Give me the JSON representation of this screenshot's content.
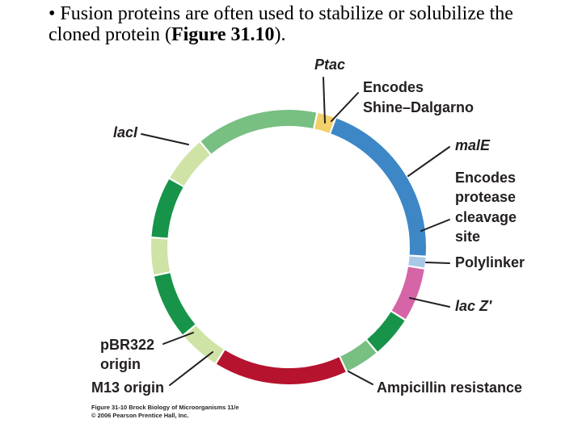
{
  "slide": {
    "bullet": "•",
    "text_before": "Fusion proteins are often used to stabilize or solubilize the cloned protein (",
    "text_bold": "Figure 31.10",
    "text_after": ")."
  },
  "plasmid": {
    "segments": [
      {
        "id": "ptac",
        "color": "#f2d06b"
      },
      {
        "id": "malE",
        "color": "#3d87c6"
      },
      {
        "id": "protease-site",
        "color": "#a9c8e6"
      },
      {
        "id": "polylinker",
        "color": "#d565a6"
      },
      {
        "id": "lacZ",
        "color": "#17944a"
      },
      {
        "id": "spacer-1",
        "color": "#78bf82"
      },
      {
        "id": "ampicillin",
        "color": "#b5132e"
      },
      {
        "id": "m13",
        "color": "#cfe3a6"
      },
      {
        "id": "pbr322",
        "color": "#17944a"
      },
      {
        "id": "spacer-2",
        "color": "#cfe3a6"
      },
      {
        "id": "green-dark-2",
        "color": "#17944a"
      },
      {
        "id": "spacer-3",
        "color": "#cfe3a6"
      },
      {
        "id": "lacI",
        "color": "#78bf82"
      }
    ]
  },
  "labels": {
    "ptac": "Ptac",
    "shine_1": "Encodes",
    "shine_2": "Shine–Dalgarno",
    "malE": "malE",
    "protease_1": "Encodes",
    "protease_2": "protease",
    "protease_3": "cleavage",
    "protease_4": "site",
    "polylinker": "Polylinker",
    "lacZ": "lac Z'",
    "ampicillin": "Ampicillin resistance",
    "m13": "M13 origin",
    "pbr_1": "pBR322",
    "pbr_2": "origin",
    "lacI": "lacI"
  },
  "caption": {
    "line1": "Figure 31-10  Brock Biology of Microorganisms 11/e",
    "line2": "© 2006 Pearson Prentice Hall, Inc."
  }
}
